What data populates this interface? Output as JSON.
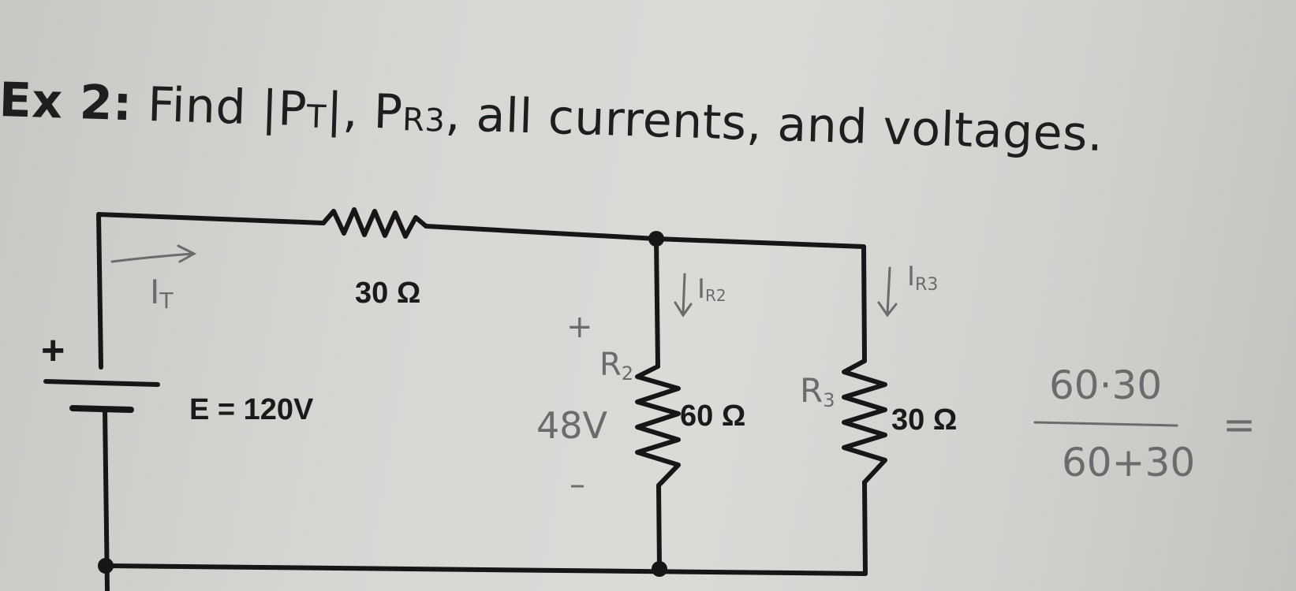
{
  "title": {
    "prefix": "Ex 2:",
    "find": "Find |P",
    "pt_sub": "T",
    "mid": "|, P",
    "pr3_sub": "R3",
    "rest": ", all currents, and voltages."
  },
  "circuit": {
    "source_plus": "+",
    "source_label": "E = 120V",
    "r1_label": "30 Ω",
    "r2_label": "60 Ω",
    "r3_label": "30 Ω"
  },
  "annotations": {
    "it": "I",
    "it_sub": "T",
    "ir2": "I",
    "ir2_sub": "R2",
    "ir3": "I",
    "ir3_sub": "R3",
    "r2_name": "R",
    "r2_sub": "2",
    "r3_name": "R",
    "r3_sub": "3",
    "v_plus": "+",
    "v_minus": "–",
    "v_r2": "48V",
    "frac_num": "60·30",
    "frac_den": "60+30",
    "equals": "="
  }
}
